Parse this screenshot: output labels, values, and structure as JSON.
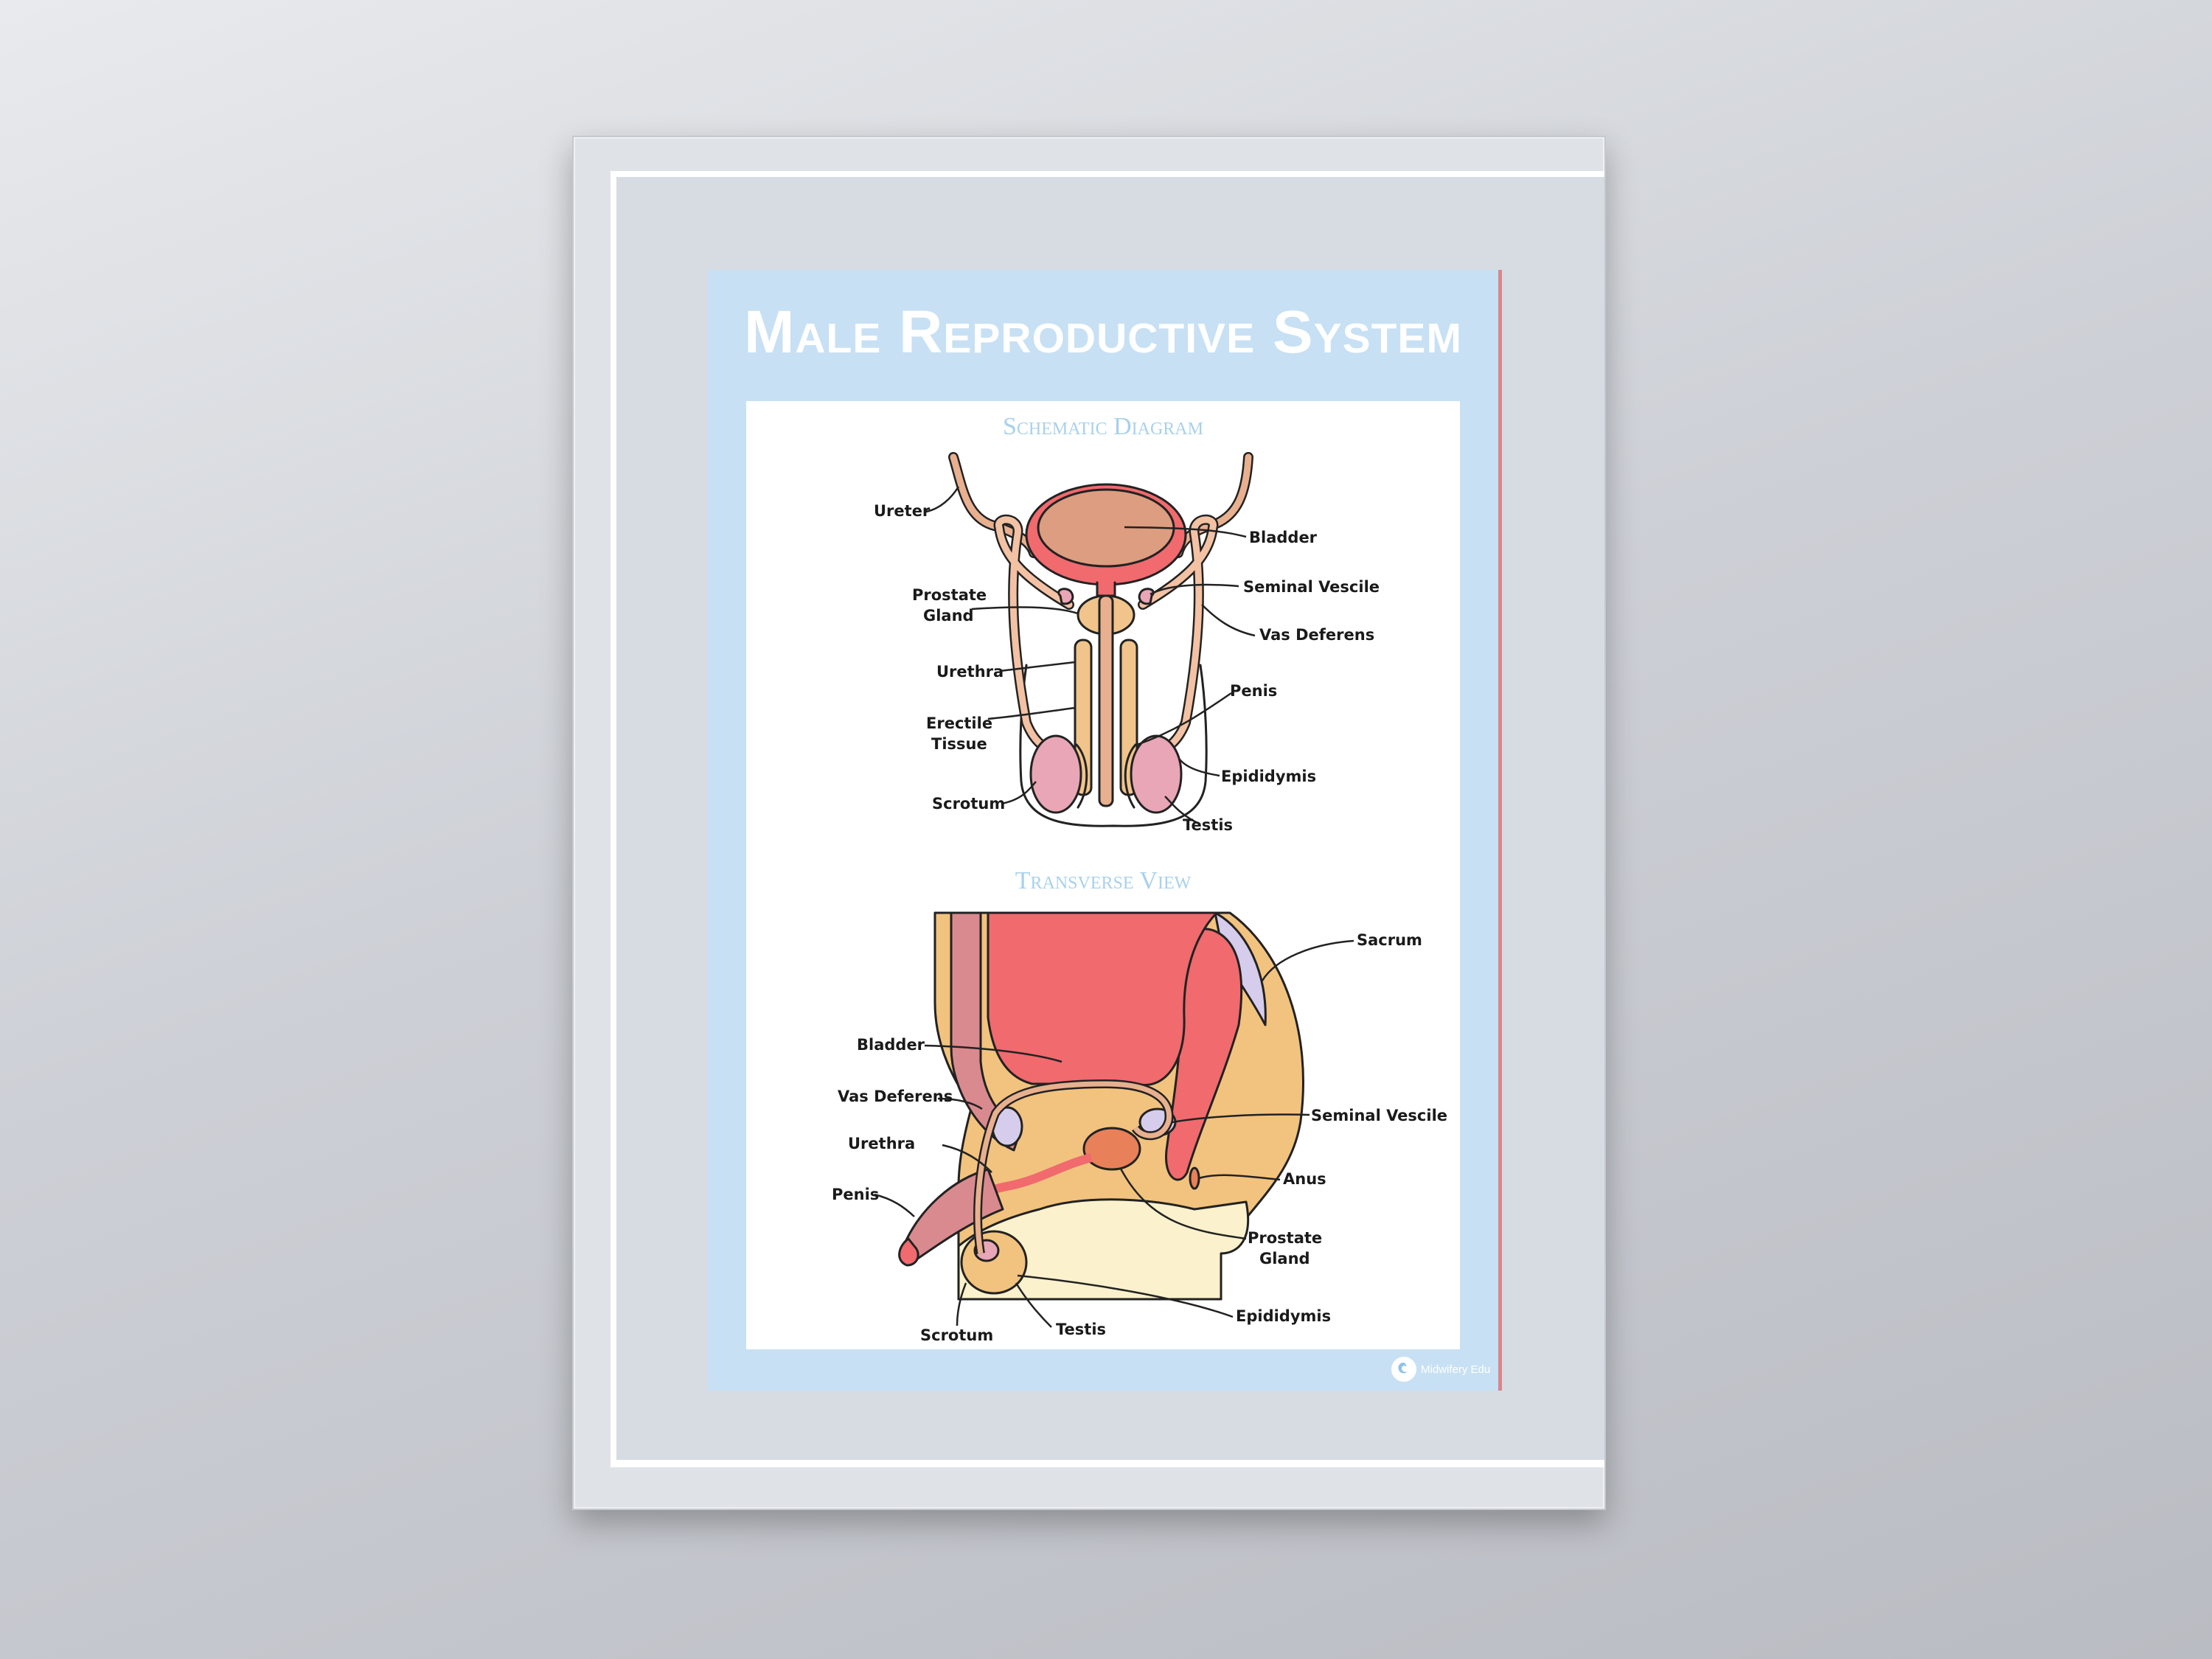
{
  "poster": {
    "title": "Male Reproductive System",
    "brand": "Midwifery Edu"
  },
  "schematic": {
    "title": "Schematic Diagram",
    "labels": {
      "ureter": "Ureter",
      "bladder": "Bladder",
      "seminal_vescile": "Seminal Vescile",
      "prostate_1": "Prostate",
      "prostate_2": "Gland",
      "vas_deferens": "Vas Deferens",
      "urethra": "Urethra",
      "penis": "Penis",
      "erectile_1": "Erectile",
      "erectile_2": "Tissue",
      "epididymis": "Epididymis",
      "scrotum": "Scrotum",
      "testis": "Testis"
    }
  },
  "transverse": {
    "title": "Transverse View",
    "labels": {
      "sacrum": "Sacrum",
      "bladder": "Bladder",
      "vas_deferens": "Vas Deferens",
      "seminal_vescile": "Seminal Vescile",
      "urethra": "Urethra",
      "anus": "Anus",
      "penis": "Penis",
      "prostate_1": "Prostate",
      "prostate_2": "Gland",
      "epididymis": "Epididymis",
      "scrotum": "Scrotum",
      "testis": "Testis"
    }
  },
  "colors": {
    "poster_bg": "#c7e0f4",
    "bladder": "#f06a6e",
    "tube": "#e8b08f",
    "gland": "#f0c48a",
    "testis": "#e9a6b6",
    "skin": "#f2c37e"
  }
}
